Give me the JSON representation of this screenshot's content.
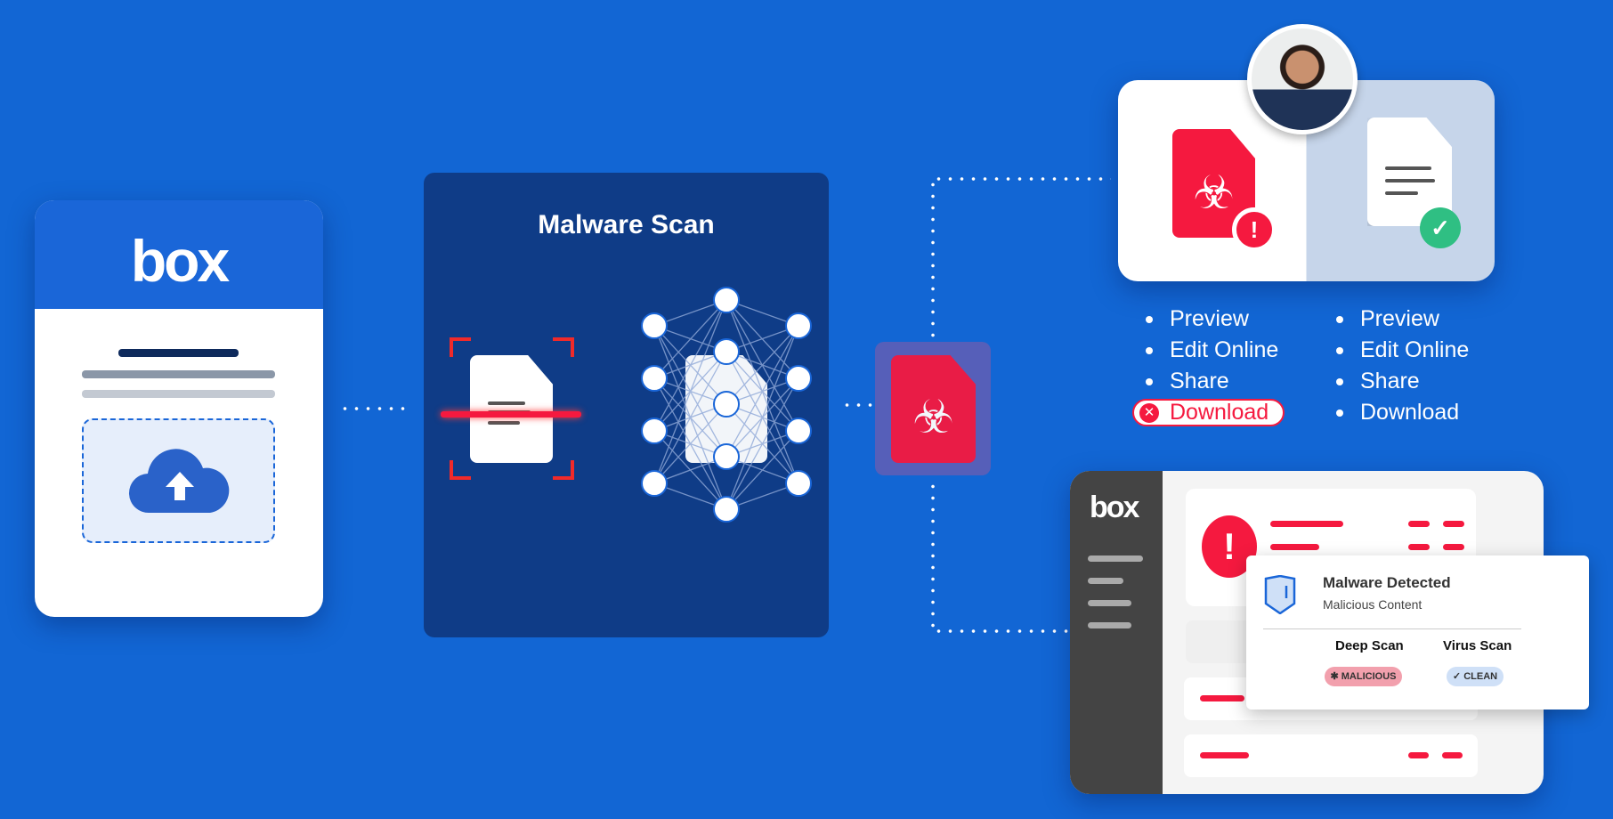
{
  "upload_card": {
    "logo": "box",
    "icon": "cloud-upload-icon"
  },
  "scan_panel": {
    "title": "Malware Scan"
  },
  "access_card": {
    "infected_actions": [
      "Preview",
      "Edit Online",
      "Share"
    ],
    "blocked_action": "Download",
    "clean_actions": [
      "Preview",
      "Edit Online",
      "Share",
      "Download"
    ]
  },
  "alert_card": {
    "logo": "box",
    "popup": {
      "title": "Malware Detected",
      "subtitle": "Malicious Content",
      "scans": [
        {
          "label": "Deep Scan",
          "status": "MALICIOUS",
          "color": "#f2a0ad"
        },
        {
          "label": "Virus Scan",
          "status": "CLEAN",
          "color": "#cfe0f7"
        }
      ]
    }
  },
  "colors": {
    "background": "#1266d4",
    "panel": "#0f3c87",
    "danger": "#f5193f",
    "success": "#2fbf83"
  }
}
